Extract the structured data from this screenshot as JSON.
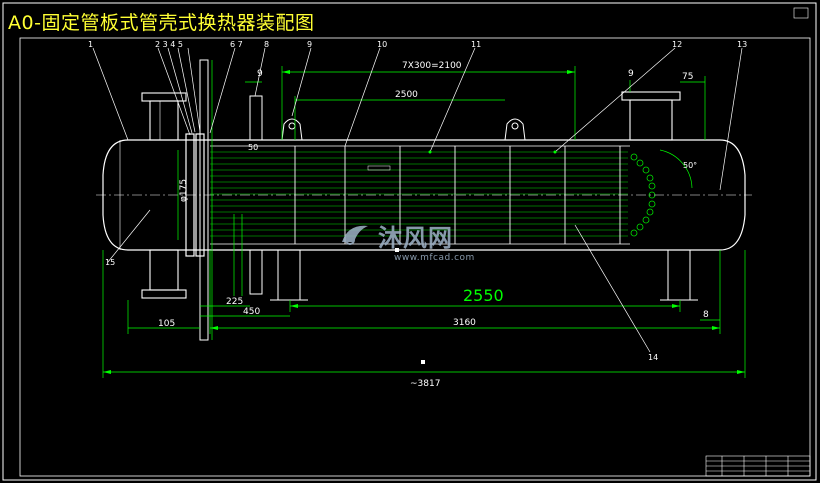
{
  "title": "A0-固定管板式管壳式换热器装配图",
  "part_numbers": [
    "1",
    "2 3 4 5",
    "6 7",
    "8",
    "9",
    "10",
    "11",
    "12",
    "13",
    "14",
    "15"
  ],
  "dimensions": {
    "tube_pitch": "7X300=2100",
    "baffle_span": "2500",
    "support_span": "2550",
    "shell_length": "3160",
    "overall_length": "~3817",
    "left_nozzle_offset": "105",
    "left_gap_a": "225",
    "left_gap_b": "450",
    "right_end_gap": "8",
    "right_nozzle_offset": "75",
    "right_nozzle_gap": "9",
    "top_nozzle_gap": "9",
    "baffle_label": "50",
    "diameter": "φ175",
    "angle": "50°"
  },
  "watermark": {
    "text": "沐风网",
    "url": "www.mfcad.com"
  },
  "colors": {
    "background": "#000000",
    "outline": "#ffffff",
    "dimension": "#00ff00",
    "leader": "#ffffff",
    "title": "#ffff33",
    "tube": "#00e000"
  }
}
